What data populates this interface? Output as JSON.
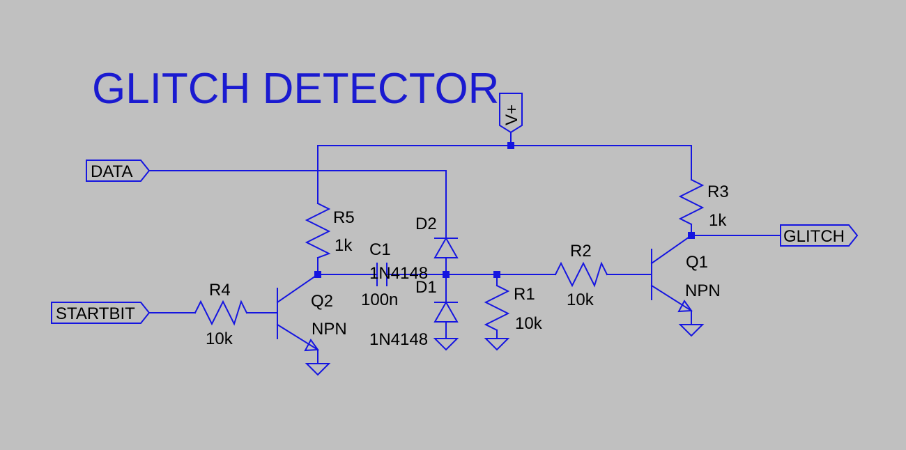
{
  "title": "GLITCH DETECTOR",
  "ports": {
    "vplus": "V+",
    "data": "DATA",
    "startbit": "STARTBIT",
    "glitch": "GLITCH"
  },
  "components": {
    "r1": {
      "name": "R1",
      "value": "10k"
    },
    "r2": {
      "name": "R2",
      "value": "10k"
    },
    "r3": {
      "name": "R3",
      "value": "1k"
    },
    "r4": {
      "name": "R4",
      "value": "10k"
    },
    "r5": {
      "name": "R5",
      "value": "1k"
    },
    "c1": {
      "name": "C1",
      "value": "100n"
    },
    "d1": {
      "name": "D1",
      "value": "1N4148"
    },
    "d2": {
      "name": "D2",
      "value": "1N4148"
    },
    "q1": {
      "name": "Q1",
      "value": "NPN"
    },
    "q2": {
      "name": "Q2",
      "value": "NPN"
    }
  },
  "colors": {
    "background": "#c0c0c0",
    "wire": "#1515e0",
    "title": "#1a1ad0",
    "text": "#000000"
  }
}
